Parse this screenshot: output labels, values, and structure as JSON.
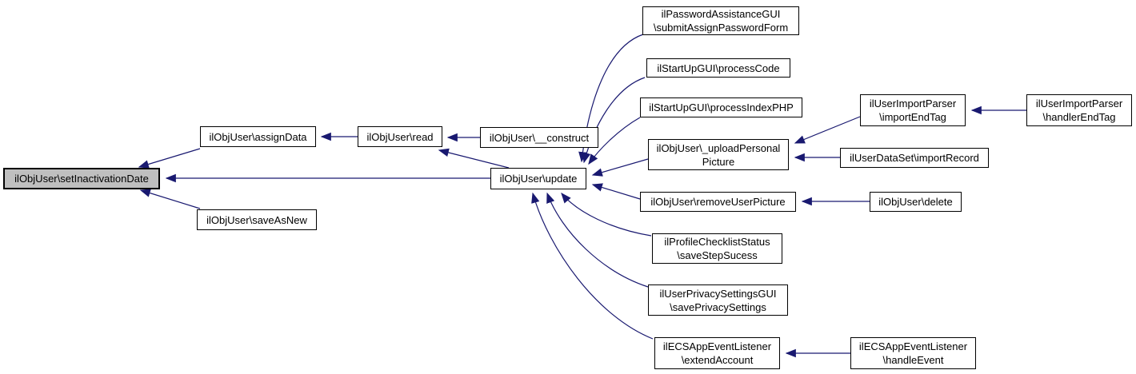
{
  "diagram": {
    "kind": "caller-graph",
    "colors": {
      "edge": "#191970",
      "node_fill": "#ffffff",
      "node_border": "#000000",
      "highlight_fill": "#bfbfbf"
    },
    "nodes": {
      "set_inactivation_date": {
        "line1": "ilObjUser\\setInactivationDate",
        "highlighted": true
      },
      "assign_data": {
        "line1": "ilObjUser\\assignData"
      },
      "save_as_new": {
        "line1": "ilObjUser\\saveAsNew"
      },
      "read": {
        "line1": "ilObjUser\\read"
      },
      "construct": {
        "line1": "ilObjUser\\__construct"
      },
      "update": {
        "line1": "ilObjUser\\update"
      },
      "submit_assign_password_form": {
        "line1": "ilPasswordAssistanceGUI",
        "line2": "\\submitAssignPasswordForm"
      },
      "process_code": {
        "line1": "ilStartUpGUI\\processCode"
      },
      "process_index_php": {
        "line1": "ilStartUpGUI\\processIndexPHP"
      },
      "upload_personal_picture": {
        "line1": "ilObjUser\\_uploadPersonal",
        "line2": "Picture"
      },
      "remove_user_picture": {
        "line1": "ilObjUser\\removeUserPicture"
      },
      "save_step_sucess": {
        "line1": "ilProfileChecklistStatus",
        "line2": "\\saveStepSucess"
      },
      "save_privacy_settings": {
        "line1": "ilUserPrivacySettingsGUI",
        "line2": "\\savePrivacySettings"
      },
      "extend_account": {
        "line1": "ilECSAppEventListener",
        "line2": "\\extendAccount"
      },
      "import_end_tag": {
        "line1": "ilUserImportParser",
        "line2": "\\importEndTag"
      },
      "handler_end_tag": {
        "line1": "ilUserImportParser",
        "line2": "\\handlerEndTag"
      },
      "import_record": {
        "line1": "ilUserDataSet\\importRecord"
      },
      "delete": {
        "line1": "ilObjUser\\delete"
      },
      "handle_event": {
        "line1": "ilECSAppEventListener",
        "line2": "\\handleEvent"
      }
    },
    "edges": [
      {
        "from": "ilObjUser\\assignData",
        "to": "ilObjUser\\setInactivationDate"
      },
      {
        "from": "ilObjUser\\update",
        "to": "ilObjUser\\setInactivationDate"
      },
      {
        "from": "ilObjUser\\saveAsNew",
        "to": "ilObjUser\\setInactivationDate"
      },
      {
        "from": "ilObjUser\\read",
        "to": "ilObjUser\\assignData"
      },
      {
        "from": "ilObjUser\\__construct",
        "to": "ilObjUser\\read"
      },
      {
        "from": "ilObjUser\\update",
        "to": "ilObjUser\\read"
      },
      {
        "from": "ilPasswordAssistanceGUI\\submitAssignPasswordForm",
        "to": "ilObjUser\\update"
      },
      {
        "from": "ilStartUpGUI\\processCode",
        "to": "ilObjUser\\update"
      },
      {
        "from": "ilStartUpGUI\\processIndexPHP",
        "to": "ilObjUser\\update"
      },
      {
        "from": "ilObjUser\\_uploadPersonalPicture",
        "to": "ilObjUser\\update"
      },
      {
        "from": "ilObjUser\\removeUserPicture",
        "to": "ilObjUser\\update"
      },
      {
        "from": "ilProfileChecklistStatus\\saveStepSucess",
        "to": "ilObjUser\\update"
      },
      {
        "from": "ilUserPrivacySettingsGUI\\savePrivacySettings",
        "to": "ilObjUser\\update"
      },
      {
        "from": "ilECSAppEventListener\\extendAccount",
        "to": "ilObjUser\\update"
      },
      {
        "from": "ilUserImportParser\\importEndTag",
        "to": "ilObjUser\\_uploadPersonalPicture"
      },
      {
        "from": "ilUserDataSet\\importRecord",
        "to": "ilObjUser\\_uploadPersonalPicture"
      },
      {
        "from": "ilUserImportParser\\handlerEndTag",
        "to": "ilUserImportParser\\importEndTag"
      },
      {
        "from": "ilObjUser\\delete",
        "to": "ilObjUser\\removeUserPicture"
      },
      {
        "from": "ilECSAppEventListener\\handleEvent",
        "to": "ilECSAppEventListener\\extendAccount"
      }
    ]
  }
}
